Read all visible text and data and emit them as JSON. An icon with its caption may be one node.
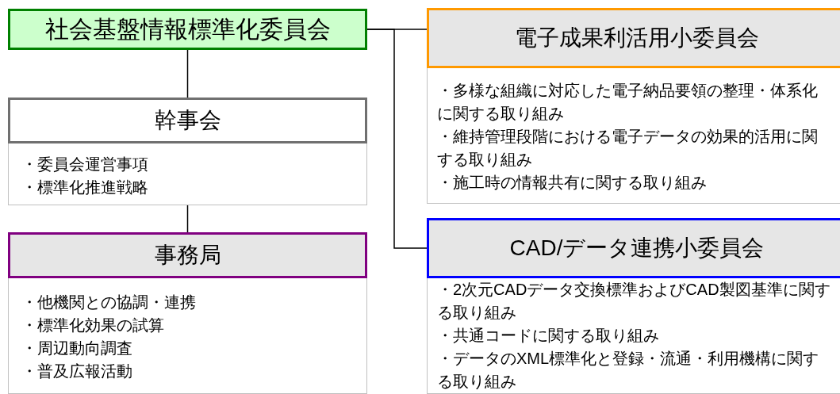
{
  "diagram": {
    "nodes": [
      {
        "text": [
          "社会基盤情報標準化委員会"
        ]
      },
      {
        "text": [
          "幹事会"
        ]
      },
      {
        "text": [
          "・委員会運営事項",
          "・標準化推進戦略"
        ]
      },
      {
        "text": [
          "事務局"
        ]
      },
      {
        "text": [
          "・他機関との協調・連携",
          "・標準化効果の試算",
          "・周辺動向調査",
          "・普及広報活動"
        ]
      },
      {
        "text": [
          "電子成果利活用小委員会"
        ]
      },
      {
        "text": [
          "・多様な組織に対応した電子納品要領の整理・体系化に関する取り組み",
          "・維持管理段階における電子データの効果的活用に関する取り組み",
          "・施工時の情報共有に関する取り組み"
        ]
      },
      {
        "text": [
          "CAD/データ連携小委員会"
        ]
      },
      {
        "text": [
          "・2次元CADデータ交換標準およびCAD製図基準に関する取り組み",
          "・共通コードに関する取り組み",
          "・データのXML標準化と登録・流通・利用機構に関する取り組み"
        ]
      }
    ],
    "edges": [
      {
        "from": 0,
        "to": 1,
        "arrow": "none"
      },
      {
        "from": 2,
        "to": 3,
        "arrow": "none"
      },
      {
        "from": 0,
        "to": 5,
        "arrow": "none"
      },
      {
        "from": 0,
        "to": 7,
        "arrow": "none"
      }
    ]
  }
}
